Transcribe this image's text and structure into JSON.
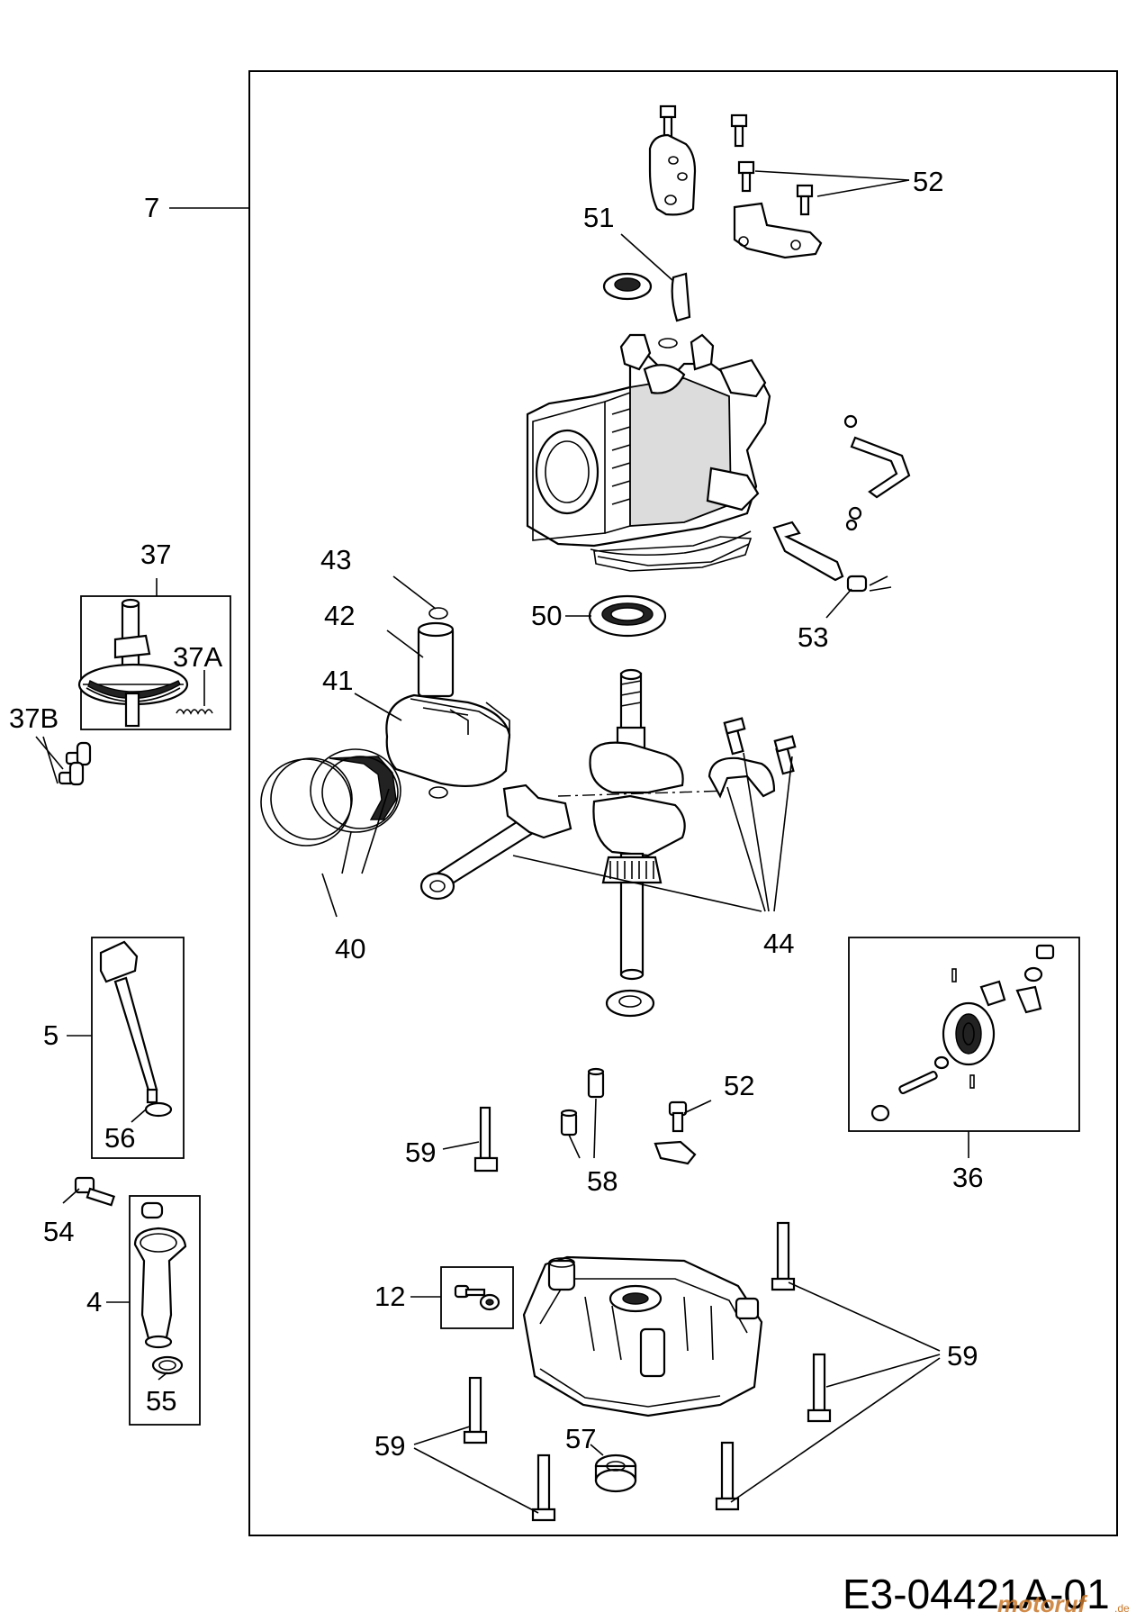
{
  "labels": {
    "l7": "7",
    "l52a": "52",
    "l51": "51",
    "l43": "43",
    "l42": "42",
    "l41": "41",
    "l50": "50",
    "l53": "53",
    "l37": "37",
    "l37a": "37A",
    "l37b": "37B",
    "l40": "40",
    "l44": "44",
    "l5": "5",
    "l56": "56",
    "l36": "36",
    "l52b": "52",
    "l59a": "59",
    "l58": "58",
    "l54": "54",
    "l4": "4",
    "l55": "55",
    "l12": "12",
    "l59b": "59",
    "l59c": "59",
    "l57": "57"
  },
  "diagram_code": "E3-04421A-01",
  "watermark": {
    "brand": "motoruf",
    "suffix": ".de"
  }
}
